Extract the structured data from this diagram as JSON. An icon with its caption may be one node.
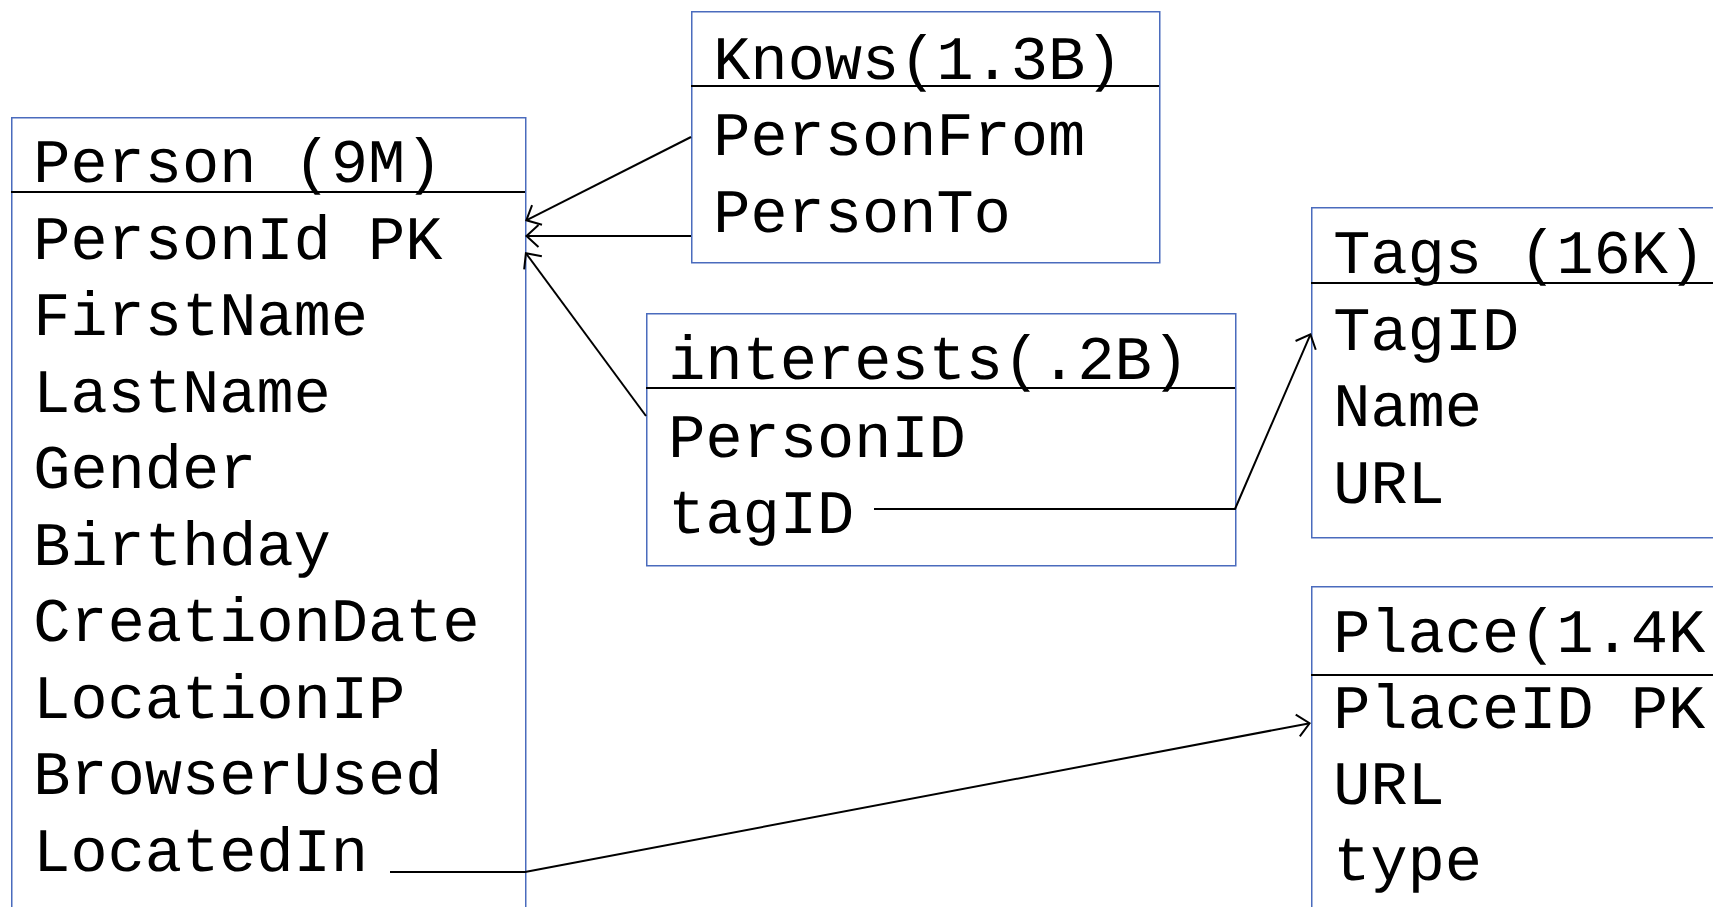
{
  "diagram": {
    "nodes": [
      {
        "text": [
          "Person (9M)",
          "PersonId PK",
          "FirstName",
          "LastName",
          "Gender",
          "Birthday",
          "CreationDate",
          "LocationIP",
          "BrowserUsed",
          "LocatedIn"
        ]
      },
      {
        "text": [
          "Knows(1.3B)",
          "PersonFrom",
          "PersonTo"
        ]
      },
      {
        "text": [
          "interests(.2B)",
          "PersonID",
          "tagID"
        ]
      },
      {
        "text": [
          "Tags (16K)",
          "TagID",
          "Name",
          "URL"
        ]
      },
      {
        "text": [
          "Place(1.4K",
          "PlaceID PK",
          "URL",
          "type"
        ]
      }
    ],
    "edges": [
      {
        "from": 1,
        "to": 0,
        "arrow": "to"
      },
      {
        "from": 1,
        "to": 0,
        "arrow": "to"
      },
      {
        "from": 2,
        "to": 0,
        "arrow": "to"
      },
      {
        "from": 2,
        "to": 3,
        "arrow": "to"
      },
      {
        "from": 0,
        "to": 4,
        "arrow": "to"
      }
    ]
  }
}
